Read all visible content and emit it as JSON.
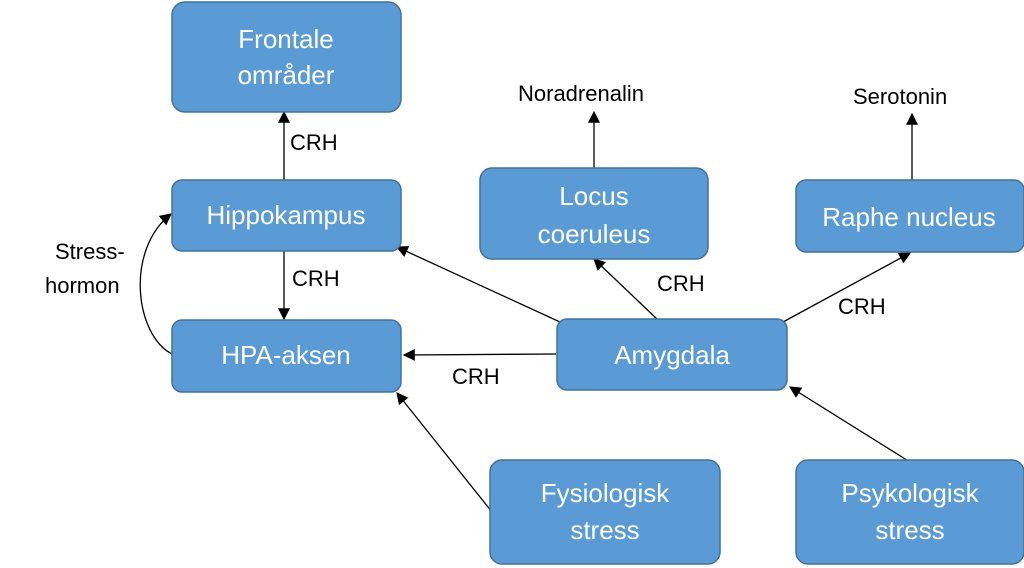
{
  "nodes": {
    "frontale": {
      "line1": "Frontale",
      "line2": "områder"
    },
    "hippokampus": {
      "line1": "Hippokampus"
    },
    "hpa": {
      "line1": "HPA-aksen"
    },
    "locus": {
      "line1": "Locus",
      "line2": "coeruleus"
    },
    "raphe": {
      "line1": "Raphe nucleus"
    },
    "amygdala": {
      "line1": "Amygdala"
    },
    "fysiologisk": {
      "line1": "Fysiologisk",
      "line2": "stress"
    },
    "psykologisk": {
      "line1": "Psykologisk",
      "line2": "stress"
    }
  },
  "labels": {
    "crh_hippo_frontale": "CRH",
    "crh_hippo_hpa": "CRH",
    "crh_amygdala_hpa": "CRH",
    "crh_amygdala_locus": "CRH",
    "crh_amygdala_raphe": "CRH",
    "noradrenalin": "Noradrenalin",
    "serotonin": "Serotonin",
    "stresshormon_line1": "Stress-",
    "stresshormon_line2": "hormon"
  },
  "colors": {
    "node_fill": "#5b9bd5",
    "node_stroke": "#41719c",
    "node_text": "#ffffff",
    "edge": "#000000"
  }
}
